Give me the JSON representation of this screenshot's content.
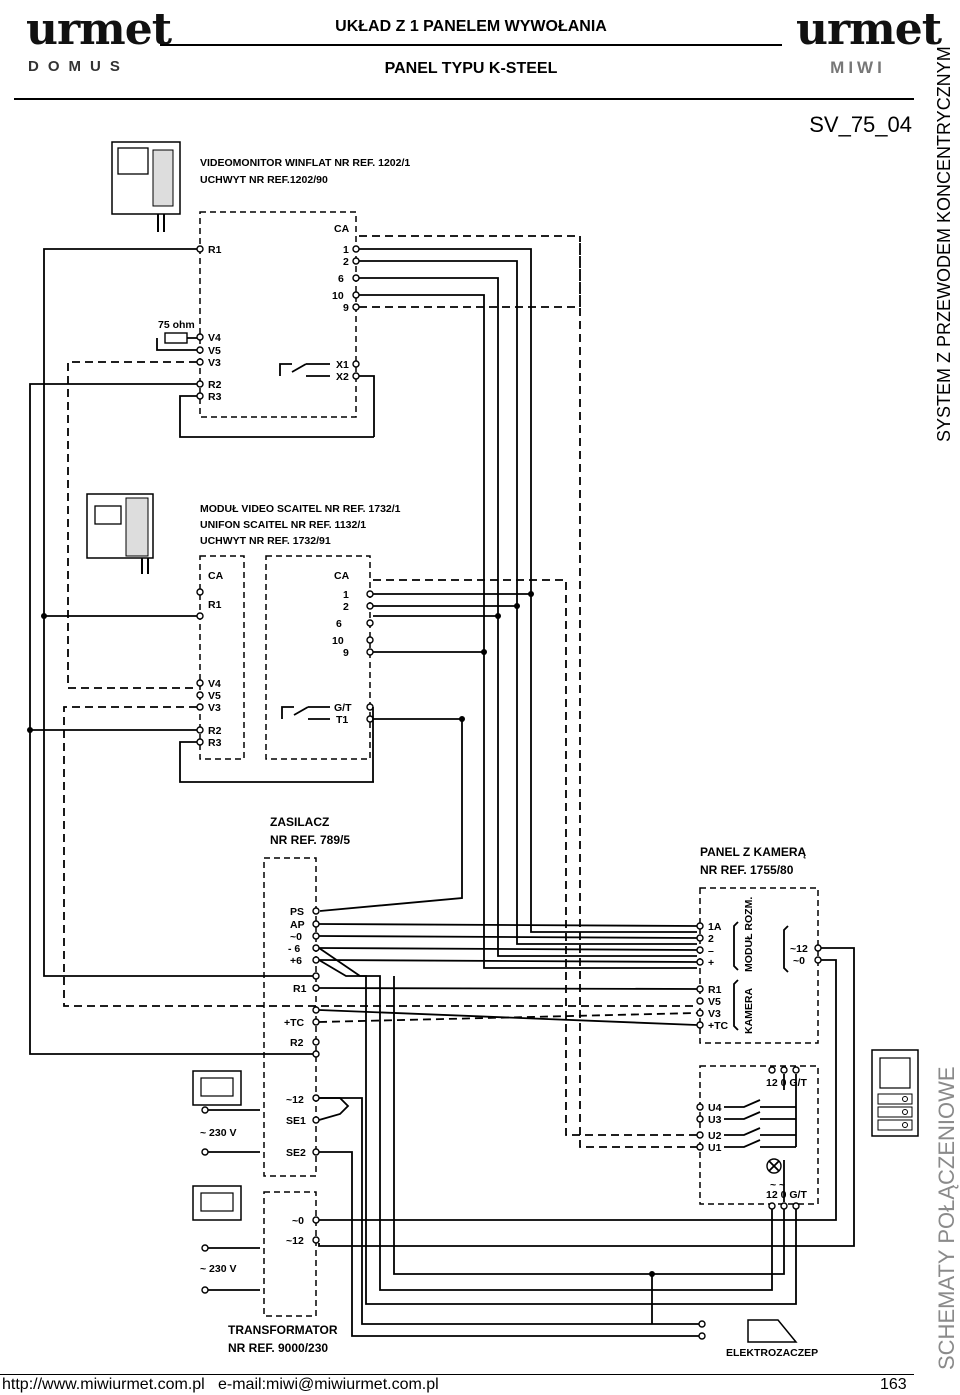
{
  "header": {
    "logo_left": "urmet",
    "logo_left_sub": "DOMUS",
    "title": "UKŁAD Z 1 PANELEM WYWOŁANIA",
    "subtitle": "PANEL TYPU K-STEEL",
    "logo_right": "urmet",
    "logo_right_sub": "MIWI",
    "code": "SV_75_04"
  },
  "side": {
    "top": "SYSTEM Z PRZEWODEM KONCENTRYCZNYM",
    "bottom": "SCHEMATY POŁĄCZENIOWE"
  },
  "footer": {
    "url": "http://www.miwiurmet.com.pl",
    "email": "e-mail:miwi@miwiurmet.com.pl",
    "page": "163"
  },
  "diagram": {
    "monitor1": {
      "title1": "VIDEOMONITOR WINFLAT NR REF. 1202/1",
      "title2": "UCHWYT NR REF.1202/90",
      "left_terms": [
        "R1",
        "V4",
        "V5",
        "V3",
        "R2",
        "R3"
      ],
      "ca": "CA",
      "right_terms": [
        "1",
        "2",
        "6",
        "10",
        "9"
      ],
      "relay_terms": [
        "X1",
        "X2"
      ],
      "resistor": "75 ohm"
    },
    "monitor2": {
      "title1": "MODUŁ VIDEO SCAITEL NR REF. 1732/1",
      "title2": "UNIFON SCAITEL NR REF. 1132/1",
      "title3": "UCHWYT NR REF. 1732/91",
      "ca_left": "CA",
      "ca_right": "CA",
      "left_terms": [
        "R1",
        "V4",
        "V5",
        "V3",
        "R2",
        "R3"
      ],
      "right_terms": [
        "1",
        "2",
        "6",
        "10",
        "9"
      ],
      "relay_terms": [
        "G/T",
        "T1"
      ]
    },
    "psu": {
      "title1": "ZASILACZ",
      "title2": "NR REF. 789/5",
      "terms": [
        "PS",
        "AP",
        "~0",
        "- 6",
        "+6",
        "R1",
        "+TC",
        "R2",
        "~12",
        "SE1",
        "SE2"
      ],
      "mains": "~ 230 V"
    },
    "panel": {
      "title1": "PANEL Z KAMERĄ",
      "title2": "NR REF. 1755/80",
      "module_terms": [
        "1A",
        "2",
        "–",
        "+"
      ],
      "module_label": "MODUŁ ROZM.",
      "supply_terms": [
        "~12",
        "~0"
      ],
      "camera_terms": [
        "R1",
        "V5",
        "V3",
        "+TC"
      ],
      "camera_label": "KAMERA",
      "button_terms": [
        "U4",
        "U3",
        "U2",
        "U1"
      ],
      "top_terms": "12 0 G/T",
      "bottom_terms": "12 0 G/T",
      "tilde": "~ ~"
    },
    "transformer": {
      "title1": "TRANSFORMATOR",
      "title2": "NR REF. 9000/230",
      "terms": [
        "~0",
        "~12"
      ],
      "mains": "~ 230 V"
    },
    "lock": "ELEKTROZACZEP"
  }
}
